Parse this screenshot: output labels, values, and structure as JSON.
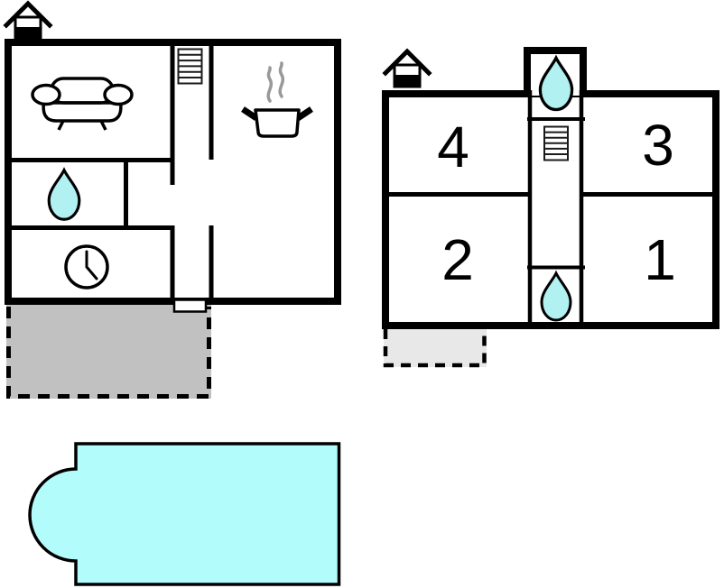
{
  "page": {
    "type": "vacation-home-floor-plan",
    "background": "#ffffff"
  },
  "colors": {
    "wall": "#000000",
    "water": "#b2f1f1",
    "pool": "#b3fcfc",
    "terrace_ground": "#c1c1c1",
    "terrace_upper": "#e8e8e8",
    "steam": "#999999",
    "icon_stroke": "#1a1a1a"
  },
  "ground_floor": {
    "icons": {
      "house": "house-orientation-icon",
      "sofa": "sofa-icon",
      "stairs": "stairs-icon",
      "water_drop": "water-drop-icon",
      "clock": "clock-icon",
      "steam_pot": "steam-pot-icon",
      "door": "terrace-door"
    },
    "terrace": {
      "style": "dashed-outline"
    }
  },
  "upper_floor": {
    "icons": {
      "house": "house-orientation-icon",
      "water_drop_top": "water-drop-icon",
      "stairs": "stairs-icon",
      "water_drop_bottom": "water-drop-icon"
    },
    "rooms": [
      {
        "number": "4"
      },
      {
        "number": "3"
      },
      {
        "number": "2"
      },
      {
        "number": "1"
      }
    ],
    "terrace": {
      "style": "dashed-outline"
    }
  },
  "pool": {
    "shape": "rectangle-with-round-end"
  }
}
